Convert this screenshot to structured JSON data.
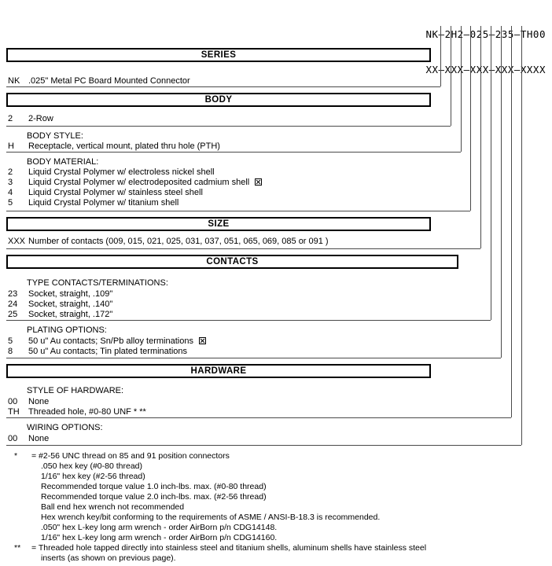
{
  "part_number": {
    "example": "NK–2H2–025–235–TH00",
    "mask": "XX–XXX–XXX–XXX–XXXX"
  },
  "sections": [
    {
      "title": "SERIES",
      "groups": [
        {
          "label": "",
          "rows": [
            {
              "code": "NK",
              "desc": ".025\" Metal PC Board Mounted Connector",
              "marked": false
            }
          ]
        }
      ]
    },
    {
      "title": "BODY",
      "groups": [
        {
          "label": "",
          "rows": [
            {
              "code": "2",
              "desc": "2-Row",
              "marked": false
            }
          ]
        },
        {
          "label": "BODY STYLE:",
          "rows": [
            {
              "code": "H",
              "desc": "Receptacle, vertical mount, plated thru hole (PTH)",
              "marked": false
            }
          ]
        },
        {
          "label": "BODY MATERIAL:",
          "rows": [
            {
              "code": "2",
              "desc": "Liquid Crystal Polymer w/ electroless nickel shell",
              "marked": false
            },
            {
              "code": "3",
              "desc": "Liquid Crystal Polymer w/ electrodeposited cadmium shell",
              "marked": true
            },
            {
              "code": "4",
              "desc": "Liquid Crystal Polymer w/ stainless steel shell",
              "marked": false
            },
            {
              "code": "5",
              "desc": "Liquid Crystal Polymer w/ titanium shell",
              "marked": false
            }
          ]
        }
      ]
    },
    {
      "title": "SIZE",
      "groups": [
        {
          "label": "",
          "rows": [
            {
              "code": "XXX",
              "desc": "Number of contacts (009, 015, 021, 025, 031, 037, 051, 065, 069, 085 or 091 )",
              "marked": false
            }
          ]
        }
      ]
    },
    {
      "title": "CONTACTS",
      "groups": [
        {
          "label": "TYPE CONTACTS/TERMINATIONS:",
          "rows": [
            {
              "code": "23",
              "desc": "Socket, straight, .109\"",
              "marked": false
            },
            {
              "code": "24",
              "desc": "Socket, straight, .140\"",
              "marked": false
            },
            {
              "code": "25",
              "desc": "Socket, straight, .172\"",
              "marked": false
            }
          ]
        },
        {
          "label": "PLATING OPTIONS:",
          "rows": [
            {
              "code": "5",
              "desc": "50 u\" Au contacts; Sn/Pb alloy terminations",
              "marked": true
            },
            {
              "code": "8",
              "desc": "50 u\" Au contacts; Tin plated terminations",
              "marked": false
            }
          ]
        }
      ]
    },
    {
      "title": "HARDWARE",
      "groups": [
        {
          "label": "STYLE OF HARDWARE:",
          "rows": [
            {
              "code": "00",
              "desc": "None",
              "marked": false
            },
            {
              "code": "TH",
              "desc": "Threaded hole, #0-80 UNF * **",
              "marked": false
            }
          ]
        },
        {
          "label": "WIRING OPTIONS:",
          "rows": [
            {
              "code": "00",
              "desc": "None",
              "marked": false
            }
          ]
        }
      ]
    }
  ],
  "footnotes": [
    {
      "mark": "*",
      "text": "= #2-56 UNC thread on 85 and 91 position connectors",
      "indent": false
    },
    {
      "mark": "",
      "text": ".050 hex key (#0-80 thread)",
      "indent": true
    },
    {
      "mark": "",
      "text": "1/16\" hex key (#2-56 thread)",
      "indent": true
    },
    {
      "mark": "",
      "text": "Recommended torque value 1.0 inch-lbs. max. (#0-80 thread)",
      "indent": true
    },
    {
      "mark": "",
      "text": "Recommended torque value 2.0 inch-lbs. max. (#2-56 thread)",
      "indent": true
    },
    {
      "mark": "",
      "text": "Ball end hex wrench not recommended",
      "indent": true
    },
    {
      "mark": "",
      "text": "Hex wrench key/bit conforming to the requirements of ASME / ANSI-B-18.3 is recommended.",
      "indent": true
    },
    {
      "mark": "",
      "text": ".050\" hex L-key long arm wrench - order AirBorn p/n CDG14148.",
      "indent": true
    },
    {
      "mark": "",
      "text": "1/16\" hex L-key long arm wrench - order AirBorn p/n CDG14160.",
      "indent": true
    },
    {
      "mark": "**",
      "text": "= Threaded hole tapped directly into stainless steel and titanium shells, aluminum shells have stainless steel",
      "indent": false
    },
    {
      "mark": "",
      "text": "inserts (as shown on previous page).",
      "indent": true
    }
  ],
  "colors": {
    "line": "#4a4a4a",
    "box_border": "#000000",
    "text": "#000000",
    "background": "#ffffff"
  }
}
